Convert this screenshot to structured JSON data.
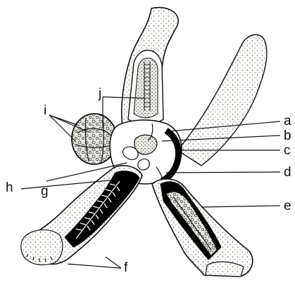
{
  "labels": {
    "a": "a",
    "b": "b",
    "c": "c",
    "d": "d",
    "e": "e",
    "f": "f",
    "g": "g",
    "h": "h",
    "i": "i",
    "j": "j"
  }
}
